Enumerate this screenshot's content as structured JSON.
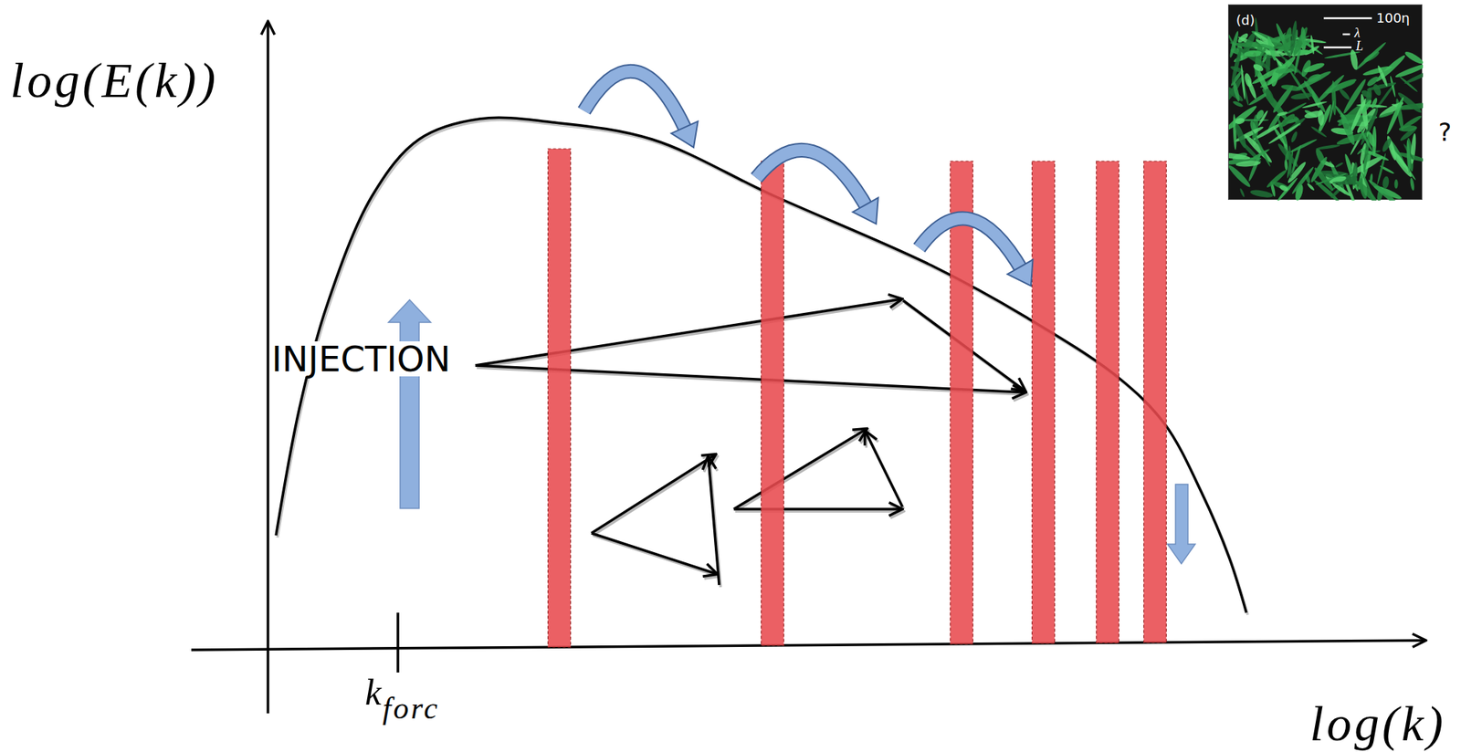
{
  "diagram": {
    "nodes": [
      {
        "text": [
          "(d)",
          "100η",
          "λ",
          "L"
        ]
      }
    ],
    "labels": [
      "log(E(k))",
      "k",
      "forc",
      "INJECTION",
      "?",
      "log(k)"
    ]
  }
}
